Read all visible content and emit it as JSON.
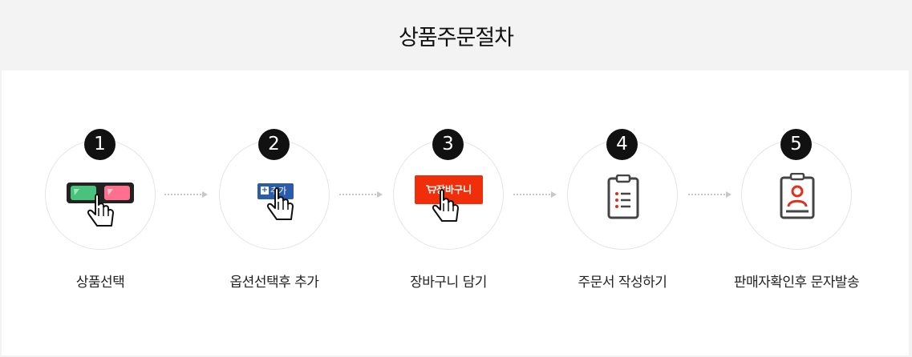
{
  "header": {
    "title": "상품주문절차"
  },
  "steps": [
    {
      "number": "1",
      "label": "상품선택",
      "icon": "3d-glasses-icon"
    },
    {
      "number": "2",
      "label": "옵션선택후 추가",
      "icon": "add-button-icon",
      "button_label": "추가"
    },
    {
      "number": "3",
      "label": "장바구니 담기",
      "icon": "cart-button-icon",
      "button_label": "장바구니"
    },
    {
      "number": "4",
      "label": "주문서 작성하기",
      "icon": "clipboard-icon"
    },
    {
      "number": "5",
      "label": "판매자확인후 문자발송",
      "icon": "id-badge-icon"
    }
  ],
  "colors": {
    "add_button": "#2b5cab",
    "cart_button": "#f02e0a",
    "badge_person": "#e0301e"
  }
}
